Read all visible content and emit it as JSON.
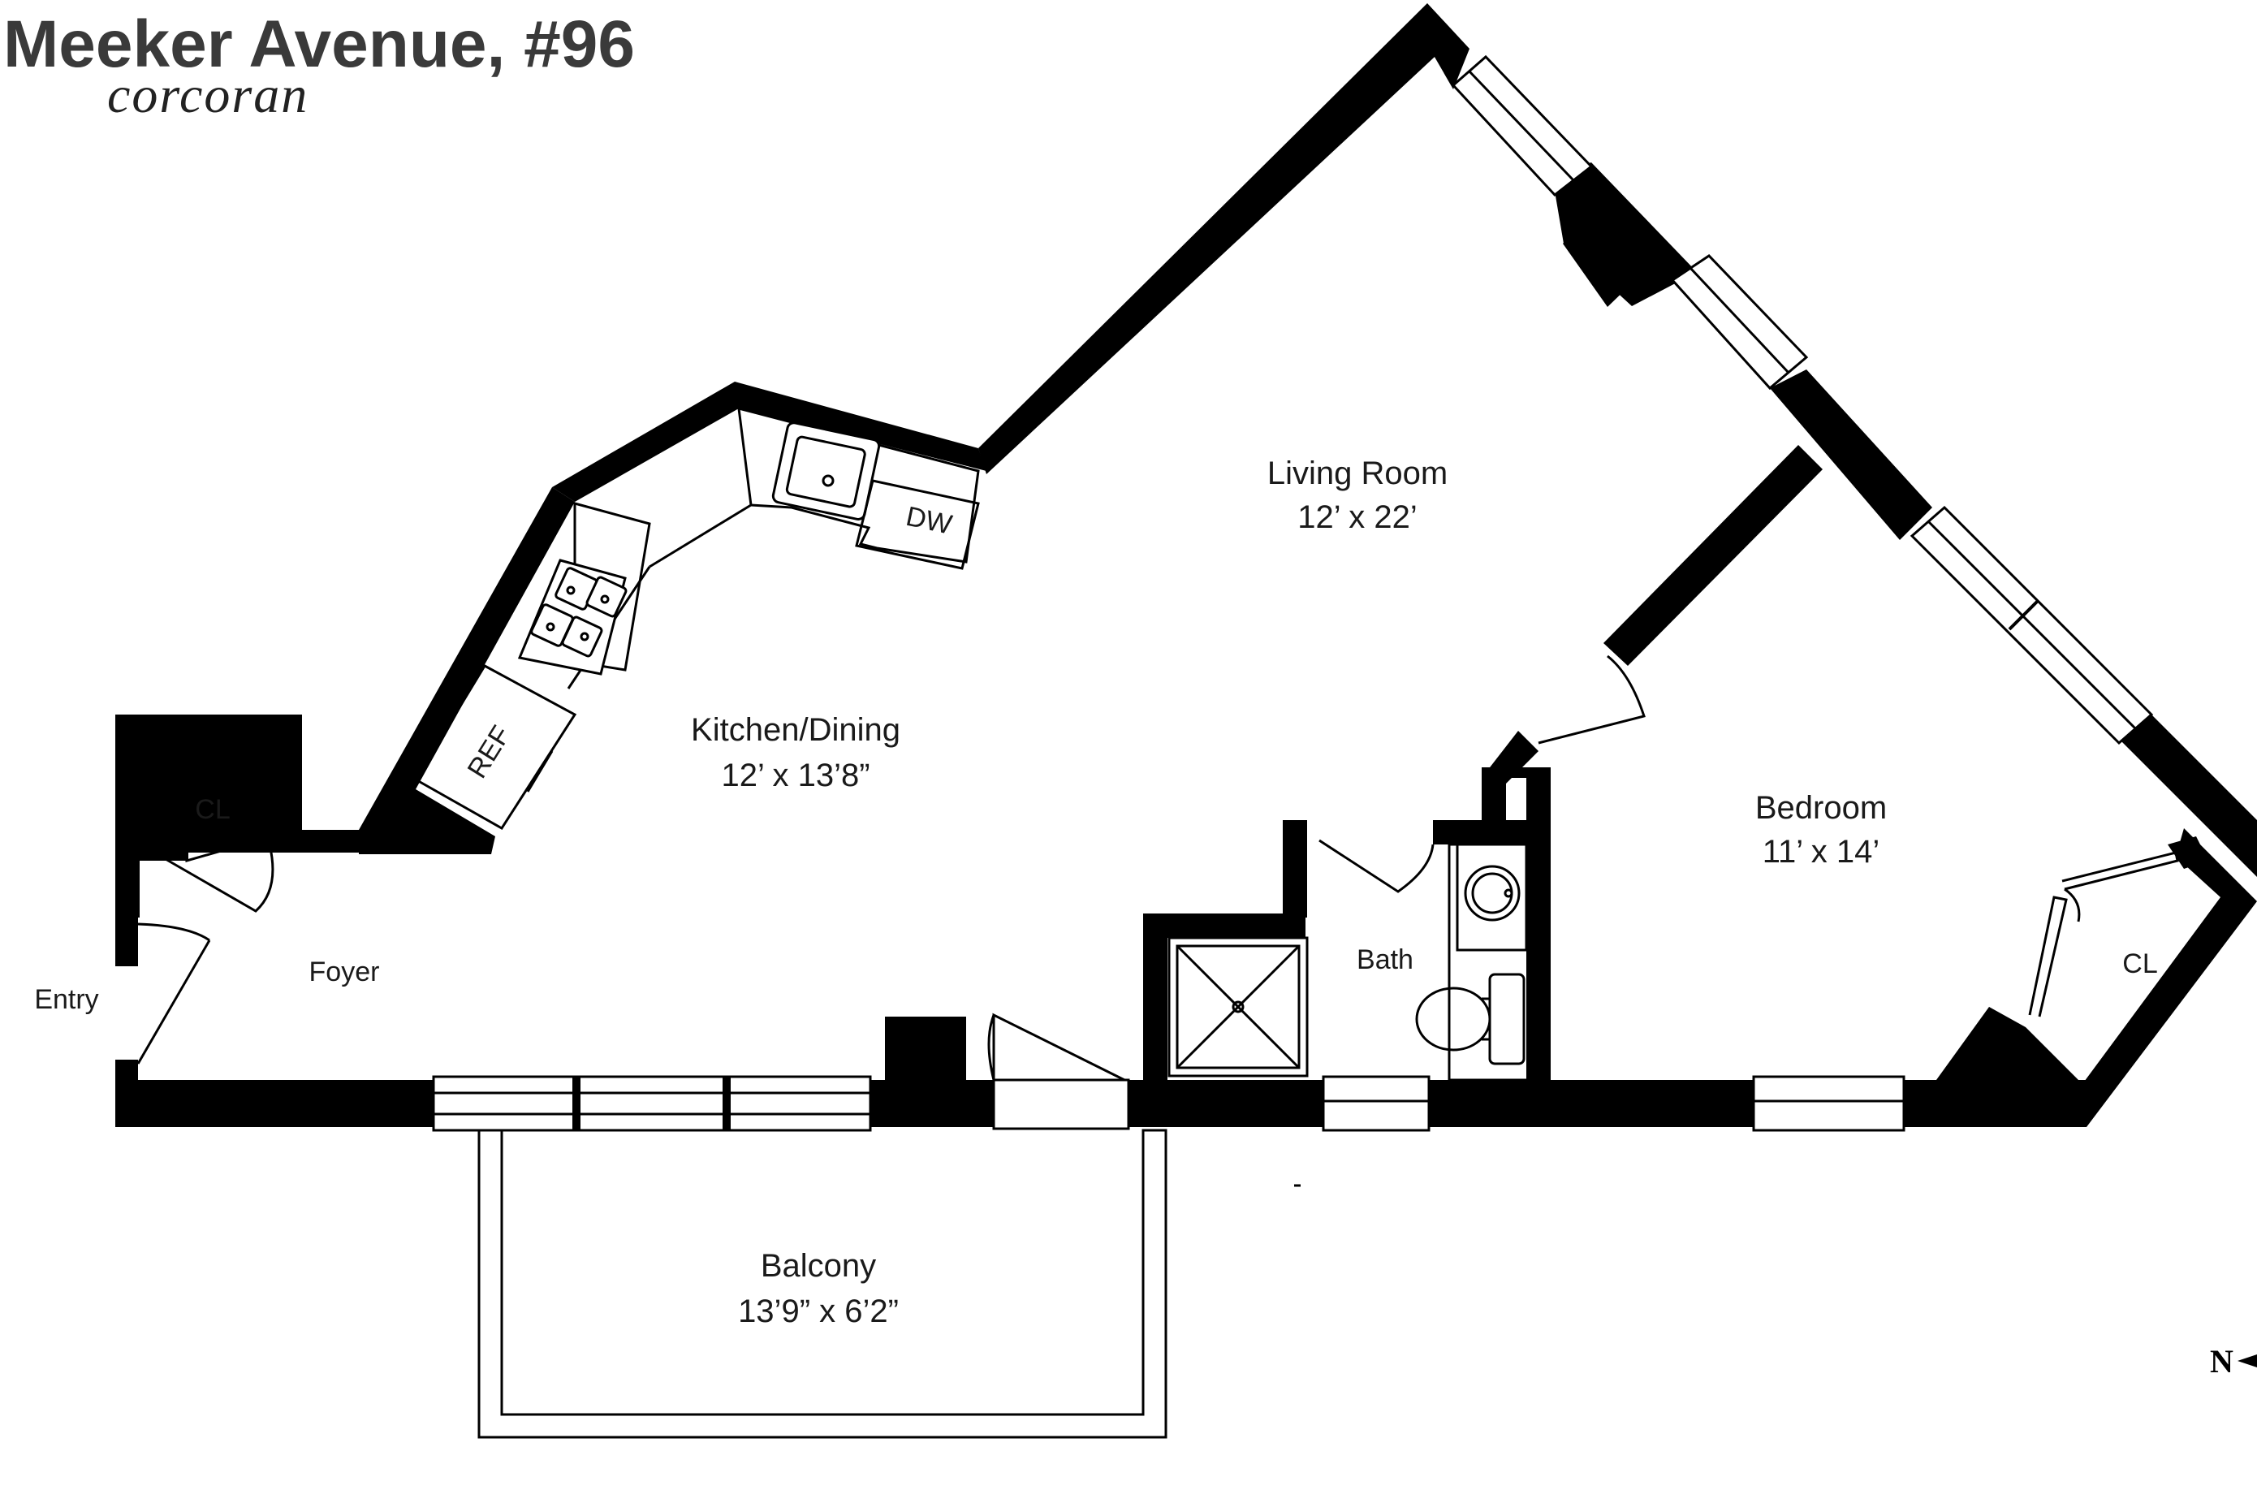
{
  "listing": {
    "title": "Meeker Avenue, #96",
    "brand": "corcoran"
  },
  "rooms": {
    "living": {
      "name": "Living Room",
      "size": "12’ x 22’"
    },
    "kitchen": {
      "name": "Kitchen/Dining",
      "size": "12’ x 13’8”"
    },
    "bedroom": {
      "name": "Bedroom",
      "size": "11’ x 14’"
    },
    "balcony": {
      "name": "Balcony",
      "size": "13’9” x 6’2”"
    },
    "bath": {
      "name": "Bath"
    },
    "foyer": {
      "name": "Foyer"
    },
    "entry": {
      "name": "Entry"
    },
    "closet_entry": {
      "name": "CL"
    },
    "closet_bedroom": {
      "name": "CL"
    }
  },
  "fixtures": {
    "refrigerator": "REF",
    "dishwasher": "DW"
  },
  "compass": {
    "label": "N"
  }
}
